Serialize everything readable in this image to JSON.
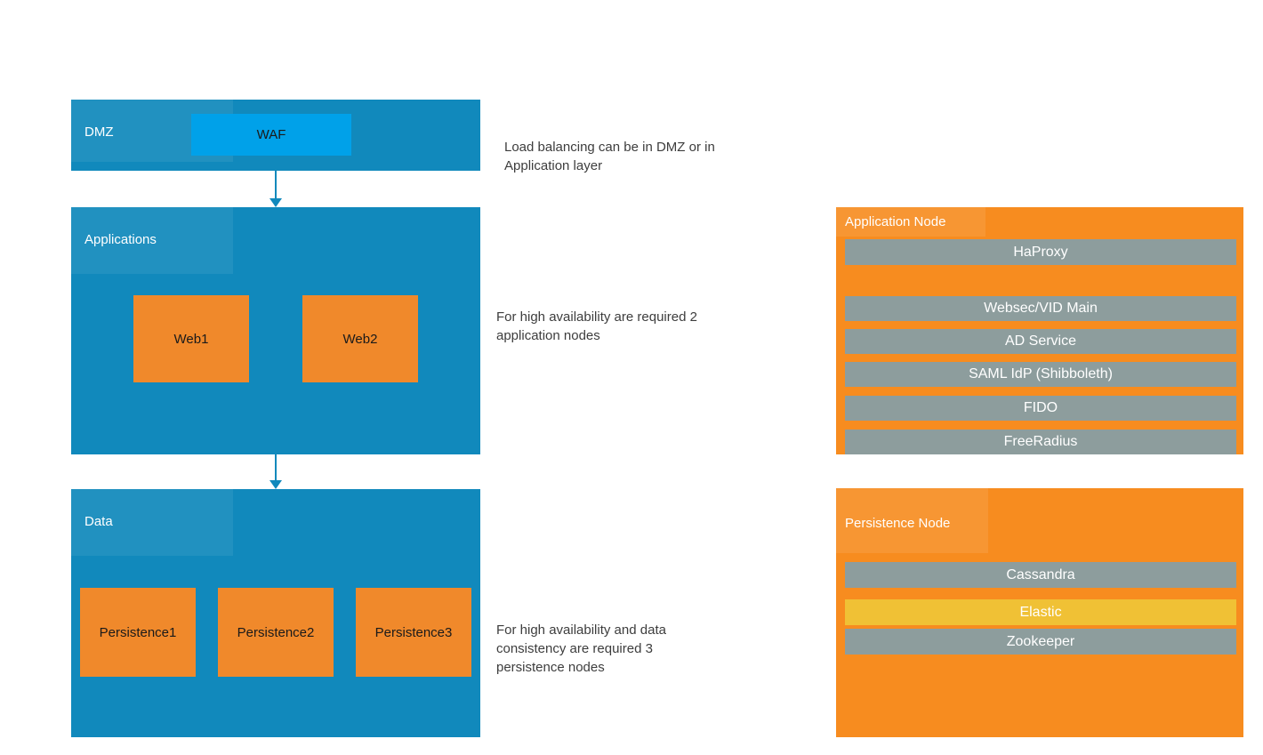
{
  "colors": {
    "layer_blue": "#1189BC",
    "waf_blue": "#00A1E9",
    "box_orange": "#F0892B",
    "panel_orange": "#F78C1F",
    "bar_gray": "#8D9D9D",
    "elastic_yellow": "#F0C135",
    "note_gray": "#3D3D3D",
    "text_dark": "#1A1A1A"
  },
  "dmz": {
    "label": "DMZ",
    "waf_label": "WAF"
  },
  "applications": {
    "label": "Applications",
    "nodes": [
      "Web1",
      "Web2"
    ]
  },
  "data_layer": {
    "label": "Data",
    "nodes": [
      "Persistence1",
      "Persistence2",
      "Persistence3"
    ]
  },
  "annotations": {
    "dmz_note": "Load balancing can be in DMZ or in Application layer",
    "app_note": "For high availability are required 2 application nodes",
    "data_note": "For high availability and data consistency are required 3 persistence nodes"
  },
  "application_node": {
    "title": "Application Node",
    "services": [
      "HaProxy",
      "Websec/VID Main",
      "AD Service",
      "SAML IdP (Shibboleth)",
      "FIDO",
      "FreeRadius"
    ]
  },
  "persistence_node": {
    "title": "Persistence Node",
    "services": [
      "Cassandra",
      "Elastic",
      "Zookeeper"
    ],
    "highlighted_service": "Elastic"
  }
}
